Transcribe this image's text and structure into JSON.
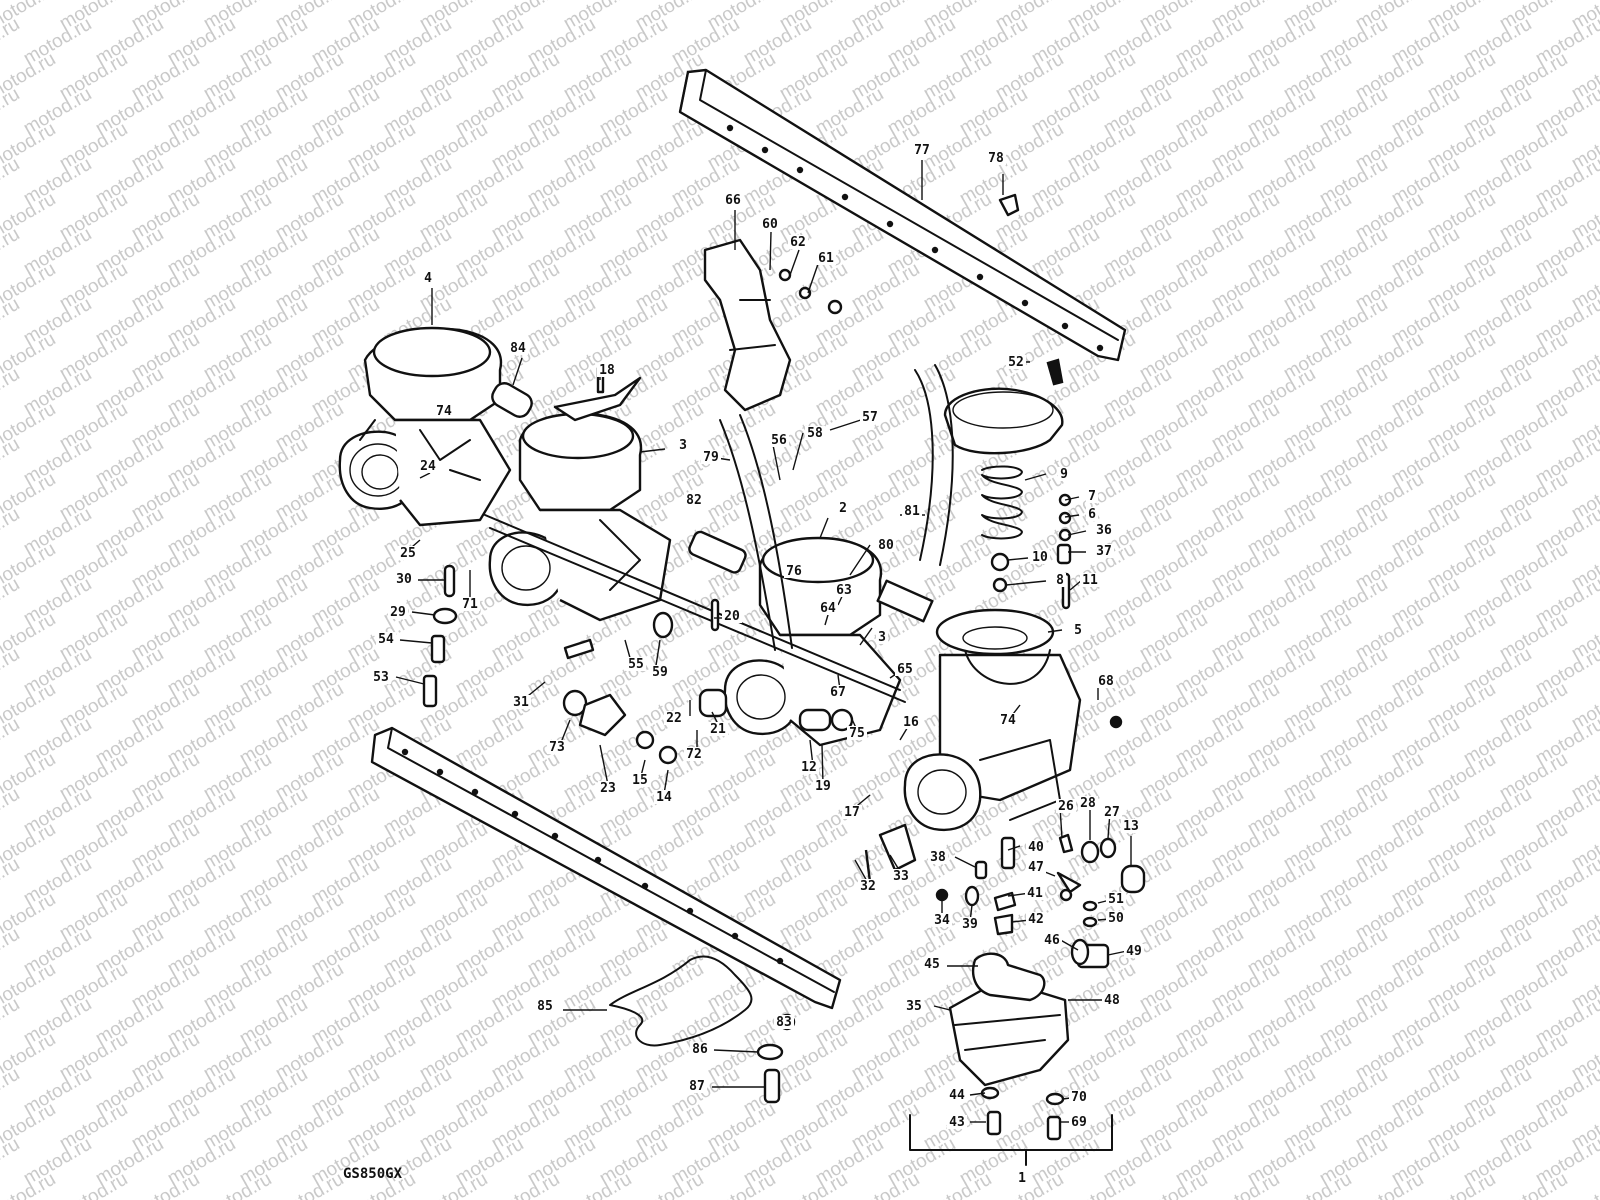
{
  "watermark": {
    "text": "motod.ru",
    "color": "#c9c9c9"
  },
  "model_code": "GS850GX",
  "callouts": [
    {
      "id": "c1",
      "text": "1"
    },
    {
      "id": "c2",
      "text": "2"
    },
    {
      "id": "c3",
      "text": "3"
    },
    {
      "id": "c3b",
      "text": "3"
    },
    {
      "id": "c4",
      "text": "4"
    },
    {
      "id": "c5",
      "text": "5"
    },
    {
      "id": "c6",
      "text": "6"
    },
    {
      "id": "c7",
      "text": "7"
    },
    {
      "id": "c8",
      "text": "8"
    },
    {
      "id": "c9",
      "text": "9"
    },
    {
      "id": "c10",
      "text": "10"
    },
    {
      "id": "c11",
      "text": "11"
    },
    {
      "id": "c12",
      "text": "12"
    },
    {
      "id": "c13",
      "text": "13"
    },
    {
      "id": "c14",
      "text": "14"
    },
    {
      "id": "c15",
      "text": "15"
    },
    {
      "id": "c16",
      "text": "16"
    },
    {
      "id": "c17",
      "text": "17"
    },
    {
      "id": "c18",
      "text": "18"
    },
    {
      "id": "c19",
      "text": "19"
    },
    {
      "id": "c20",
      "text": "20"
    },
    {
      "id": "c21",
      "text": "21"
    },
    {
      "id": "c22",
      "text": "22"
    },
    {
      "id": "c23",
      "text": "23"
    },
    {
      "id": "c24",
      "text": "24"
    },
    {
      "id": "c25",
      "text": "25"
    },
    {
      "id": "c26",
      "text": "26"
    },
    {
      "id": "c27",
      "text": "27"
    },
    {
      "id": "c28",
      "text": "28"
    },
    {
      "id": "c29",
      "text": "29"
    },
    {
      "id": "c30",
      "text": "30"
    },
    {
      "id": "c31",
      "text": "31"
    },
    {
      "id": "c32",
      "text": "32"
    },
    {
      "id": "c33",
      "text": "33"
    },
    {
      "id": "c34",
      "text": "34"
    },
    {
      "id": "c35",
      "text": "35"
    },
    {
      "id": "c36",
      "text": "36"
    },
    {
      "id": "c37",
      "text": "37"
    },
    {
      "id": "c38",
      "text": "38"
    },
    {
      "id": "c39",
      "text": "39"
    },
    {
      "id": "c40",
      "text": "40"
    },
    {
      "id": "c41",
      "text": "41"
    },
    {
      "id": "c42",
      "text": "42"
    },
    {
      "id": "c43",
      "text": "43"
    },
    {
      "id": "c44",
      "text": "44"
    },
    {
      "id": "c45",
      "text": "45"
    },
    {
      "id": "c46",
      "text": "46"
    },
    {
      "id": "c47",
      "text": "47"
    },
    {
      "id": "c48",
      "text": "48"
    },
    {
      "id": "c49",
      "text": "49"
    },
    {
      "id": "c50",
      "text": "50"
    },
    {
      "id": "c51",
      "text": "51"
    },
    {
      "id": "c52",
      "text": "52"
    },
    {
      "id": "c53",
      "text": "53"
    },
    {
      "id": "c54",
      "text": "54"
    },
    {
      "id": "c55",
      "text": "55"
    },
    {
      "id": "c56",
      "text": "56"
    },
    {
      "id": "c57",
      "text": "57"
    },
    {
      "id": "c58",
      "text": "58"
    },
    {
      "id": "c59",
      "text": "59"
    },
    {
      "id": "c60",
      "text": "60"
    },
    {
      "id": "c61",
      "text": "61"
    },
    {
      "id": "c62",
      "text": "62"
    },
    {
      "id": "c63",
      "text": "63"
    },
    {
      "id": "c64",
      "text": "64"
    },
    {
      "id": "c65",
      "text": "65"
    },
    {
      "id": "c66",
      "text": "66"
    },
    {
      "id": "c67",
      "text": "67"
    },
    {
      "id": "c68",
      "text": "68"
    },
    {
      "id": "c69",
      "text": "69"
    },
    {
      "id": "c70",
      "text": "70"
    },
    {
      "id": "c71",
      "text": "71"
    },
    {
      "id": "c72",
      "text": "72"
    },
    {
      "id": "c73",
      "text": "73"
    },
    {
      "id": "c74",
      "text": "74"
    },
    {
      "id": "c74b",
      "text": "74"
    },
    {
      "id": "c75",
      "text": "75"
    },
    {
      "id": "c76",
      "text": "76"
    },
    {
      "id": "c77",
      "text": "77"
    },
    {
      "id": "c78",
      "text": "78"
    },
    {
      "id": "c79",
      "text": "79"
    },
    {
      "id": "c80",
      "text": "80"
    },
    {
      "id": "c81",
      "text": "81"
    },
    {
      "id": "c82",
      "text": "82"
    },
    {
      "id": "c83",
      "text": "83"
    },
    {
      "id": "c84",
      "text": "84"
    },
    {
      "id": "c85",
      "text": "85"
    },
    {
      "id": "c86",
      "text": "86"
    },
    {
      "id": "c87",
      "text": "87"
    }
  ]
}
